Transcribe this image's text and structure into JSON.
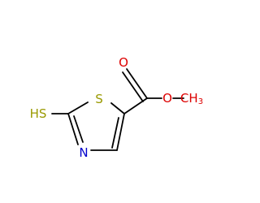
{
  "molecule": {
    "atoms": [
      {
        "id": "S_ring",
        "label": "S",
        "color": "#999900"
      },
      {
        "id": "N_ring",
        "label": "N",
        "color": "#0000cc"
      },
      {
        "id": "O_carbonyl",
        "label": "O",
        "color": "#dd0000"
      },
      {
        "id": "O_ester",
        "label": "O",
        "color": "#dd0000"
      },
      {
        "id": "S_thiol",
        "label": "HS",
        "color": "#999900"
      },
      {
        "id": "C_methyl",
        "label": "CH",
        "subscript": "3",
        "color": "#dd0000"
      }
    ],
    "bond_color": "#000000"
  }
}
